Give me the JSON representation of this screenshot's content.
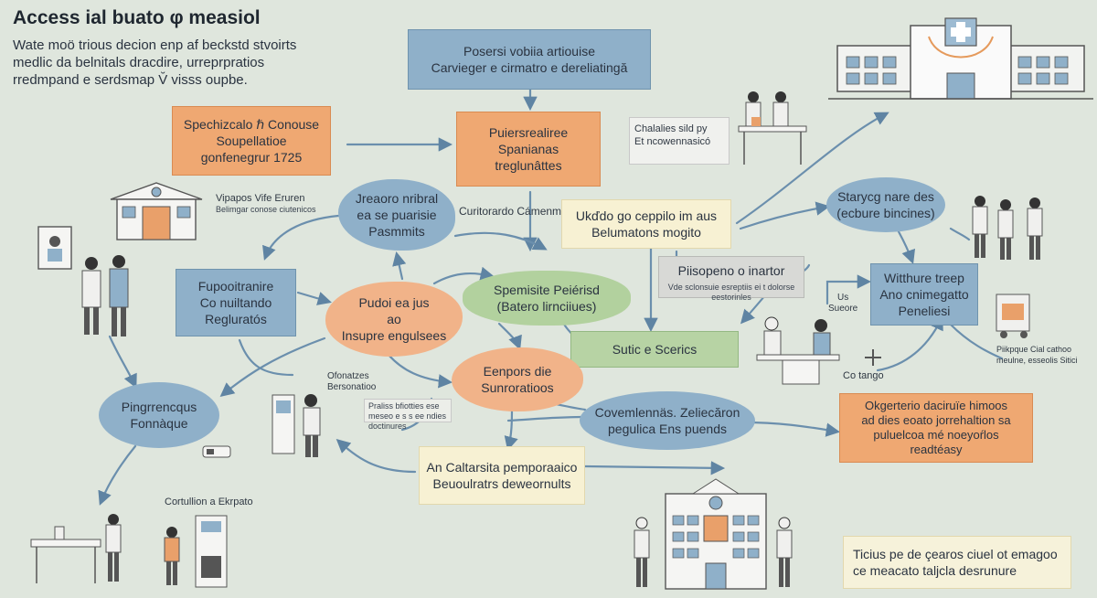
{
  "header": {
    "title": "Access ial buato φ measiol",
    "intro": [
      "Wate moö trious decion enp af beckstd stvoirts",
      "medlic da belnitals dracdire, urreprpratios",
      "rredmpand e serdsmap V̆ visss oupbe."
    ]
  },
  "nodes": {
    "top_center": [
      "Posersi vobiia artiouise",
      "Carvieger e cirmatro e dereliatingă"
    ],
    "orange_top_left": [
      "Spechizcalo ℏ Conouse",
      "Soupellatioe",
      "gonfenegrur 1725"
    ],
    "orange_mid_top": [
      "Puiersrealiree",
      "Spanianas",
      "treglunâttes"
    ],
    "blob_blue_upper": [
      "Jreaoro nribral",
      "ea se puarisie",
      "Pasmmits"
    ],
    "blue_rect_left": [
      "Fupooitranire",
      "Co nuiltando",
      "Regluratós"
    ],
    "blob_orange_mid": [
      "Pudoi ea jus",
      "ao",
      "Insupre engulsees"
    ],
    "blob_green_center": [
      "Spemisite Peiérisd",
      "(Batero lirnciiues)"
    ],
    "cream_center": [
      "Ukďdo go ceppilo im aus",
      "Belumatons mogito"
    ],
    "gray_center": [
      "Piisopeno o inartor"
    ],
    "green_rect_center": [
      "Sutic e Scerics"
    ],
    "blob_orange_lower": [
      "Eenpors die",
      "Sunroratioos"
    ],
    "blob_blue_left": [
      "Pingrrencqus",
      "Fonnàque"
    ],
    "blob_blue_lower": [
      "Covemlennäs. Zeliecăron",
      "pegulica Ens puends"
    ],
    "cream_bottom": [
      "An Caltarsita pemporaaico",
      "Beuoulratrs deweornults"
    ],
    "blob_blue_right": [
      "Starycg nare des",
      "(ecbure bincines)"
    ],
    "blue_rect_right": [
      "Witthure treep",
      "Ano cnimegatto",
      "Peneliesi"
    ],
    "orange_rect_right": [
      "Okgerterio daciruïe himoos",
      "ad dies eoato jorrehaltion sa",
      "puluelcoa mé noeyoŕlos",
      "readtéasy"
    ],
    "bottom_right_note": [
      "Ticius pe de çearos ciuel ot emagoo",
      "ce meacato taljcla desrunure"
    ]
  },
  "labels": {
    "chalalies": [
      "Chalalies sild py",
      "Et ncowennasicó"
    ],
    "curitorardo": "Curitorardo Cámenm",
    "vipapos": "Vipapos Vife Eruren",
    "vipapos_sub": "Belimgar conose ciutenicos",
    "ofonatzes": [
      "Ofonatzes",
      "Bersonatioo"
    ],
    "praliss": [
      "Praliss bfiotties ese",
      "meseo e s s ee ndies doctinures"
    ],
    "vde": "Vde sclonsuie esreptiis ei t dolorse eestorinles",
    "us_sueore": [
      "Us",
      "Sueore"
    ],
    "co_tango": "Co tango",
    "pinkpque": [
      "Piikpque Cial cathoo",
      "meulne, esseolis Sitici"
    ],
    "cortullion": "Cortullion a Ekrpato"
  }
}
